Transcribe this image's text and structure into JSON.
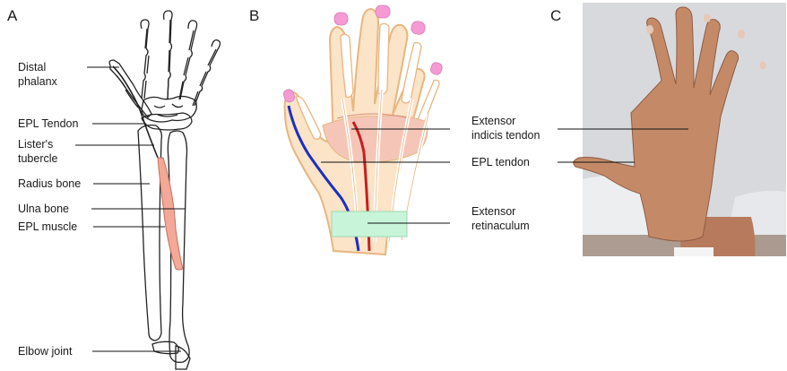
{
  "panels": {
    "a": {
      "letter": "A",
      "labels": {
        "distal_phalanx_1": "Distal",
        "distal_phalanx_2": "phalanx",
        "epl_tendon": "EPL Tendon",
        "listers_tubercle_1": "Lister's",
        "listers_tubercle_2": "tubercle",
        "radius_bone": "Radius bone",
        "ulna_bone": "Ulna bone",
        "epl_muscle": "EPL muscle",
        "elbow_joint": "Elbow joint"
      }
    },
    "b": {
      "letter": "B",
      "labels": {
        "extensor_indicis_1": "Extensor",
        "extensor_indicis_2": "indicis tendon",
        "epl_tendon": "EPL tendon",
        "extensor_retinaculum_1": "Extensor",
        "extensor_retinaculum_2": "retinaculum"
      }
    },
    "c": {
      "letter": "C"
    }
  },
  "colors": {
    "epl_muscle": "#f4a898",
    "epl_tendon_blue": "#1d2fc4",
    "indicis_tendon_red": "#c81e1e",
    "retinaculum": "#c8f5d9",
    "nail": "#f59ad4",
    "skin_outline": "#e7b681"
  }
}
